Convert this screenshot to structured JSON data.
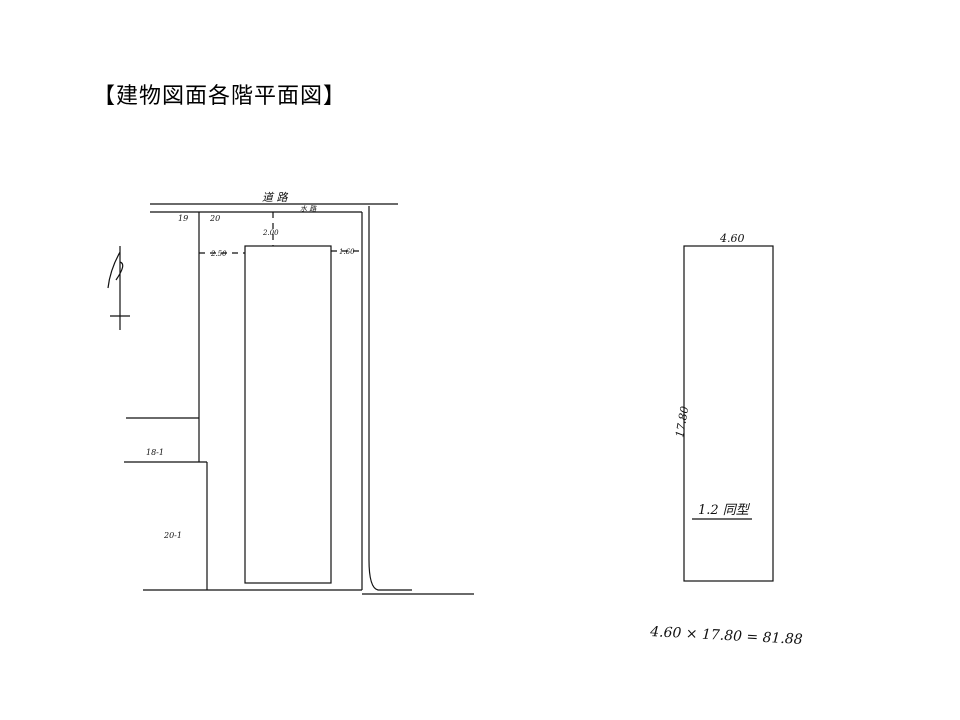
{
  "page": {
    "title": "【建物図面各階平面図】"
  },
  "site_plan": {
    "road_label": "道 路",
    "road_sub_label": "水 路",
    "lot_labels": {
      "lot_19": "19",
      "lot_20": "20",
      "lot_18_1": "18-1",
      "lot_20_1": "20-1"
    },
    "dimensions": {
      "setback_front": "2.00",
      "setback_left": "2.50",
      "setback_right": "1.60"
    }
  },
  "floor_plan": {
    "width_label": "4.60",
    "height_label": "17.80",
    "floor_note": "1.2 同型",
    "area_formula": "4.60 × 17.80 = 81.88"
  }
}
